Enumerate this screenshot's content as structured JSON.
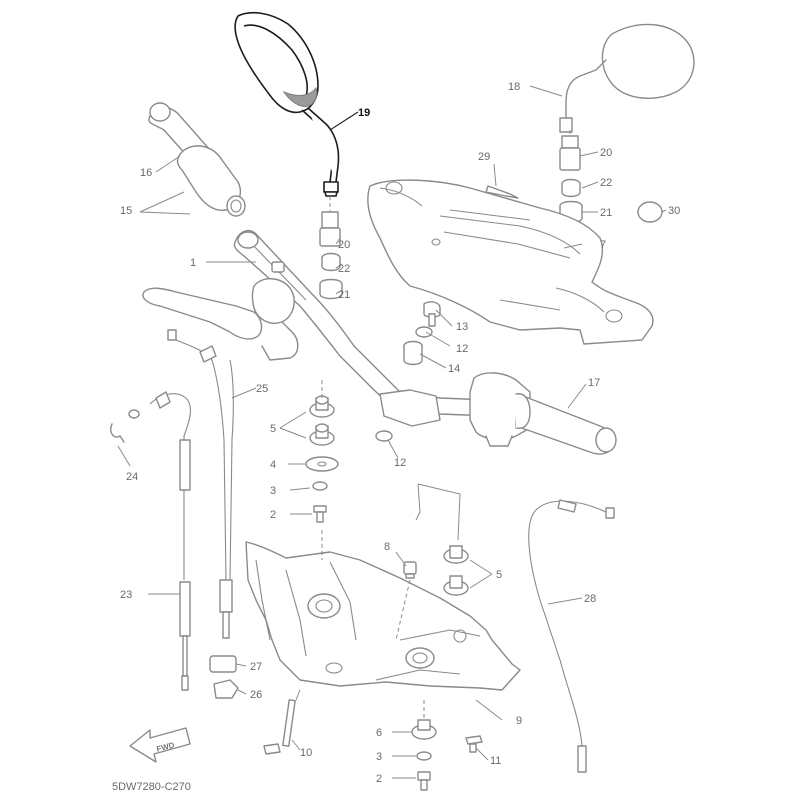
{
  "diagram": {
    "code": "5DW7280-C270",
    "fwd_label": "FWD",
    "highlighted_part": "19",
    "callouts": [
      {
        "id": "c1",
        "label": "1"
      },
      {
        "id": "c2a",
        "label": "2"
      },
      {
        "id": "c2b",
        "label": "2"
      },
      {
        "id": "c3a",
        "label": "3"
      },
      {
        "id": "c3b",
        "label": "3"
      },
      {
        "id": "c4",
        "label": "4"
      },
      {
        "id": "c5a",
        "label": "5"
      },
      {
        "id": "c5b",
        "label": "5"
      },
      {
        "id": "c6",
        "label": "6"
      },
      {
        "id": "c7",
        "label": "7"
      },
      {
        "id": "c8",
        "label": "8"
      },
      {
        "id": "c9",
        "label": "9"
      },
      {
        "id": "c10",
        "label": "10"
      },
      {
        "id": "c11",
        "label": "11"
      },
      {
        "id": "c12a",
        "label": "12"
      },
      {
        "id": "c12b",
        "label": "12"
      },
      {
        "id": "c13",
        "label": "13"
      },
      {
        "id": "c14",
        "label": "14"
      },
      {
        "id": "c15",
        "label": "15"
      },
      {
        "id": "c16",
        "label": "16"
      },
      {
        "id": "c17",
        "label": "17"
      },
      {
        "id": "c18",
        "label": "18"
      },
      {
        "id": "c19",
        "label": "19"
      },
      {
        "id": "c20a",
        "label": "20"
      },
      {
        "id": "c20b",
        "label": "20"
      },
      {
        "id": "c21a",
        "label": "21"
      },
      {
        "id": "c21b",
        "label": "21"
      },
      {
        "id": "c22a",
        "label": "22"
      },
      {
        "id": "c22b",
        "label": "22"
      },
      {
        "id": "c23",
        "label": "23"
      },
      {
        "id": "c24",
        "label": "24"
      },
      {
        "id": "c25",
        "label": "25"
      },
      {
        "id": "c26",
        "label": "26"
      },
      {
        "id": "c27",
        "label": "27"
      },
      {
        "id": "c28",
        "label": "28"
      },
      {
        "id": "c29",
        "label": "29"
      },
      {
        "id": "c30",
        "label": "30"
      }
    ]
  }
}
